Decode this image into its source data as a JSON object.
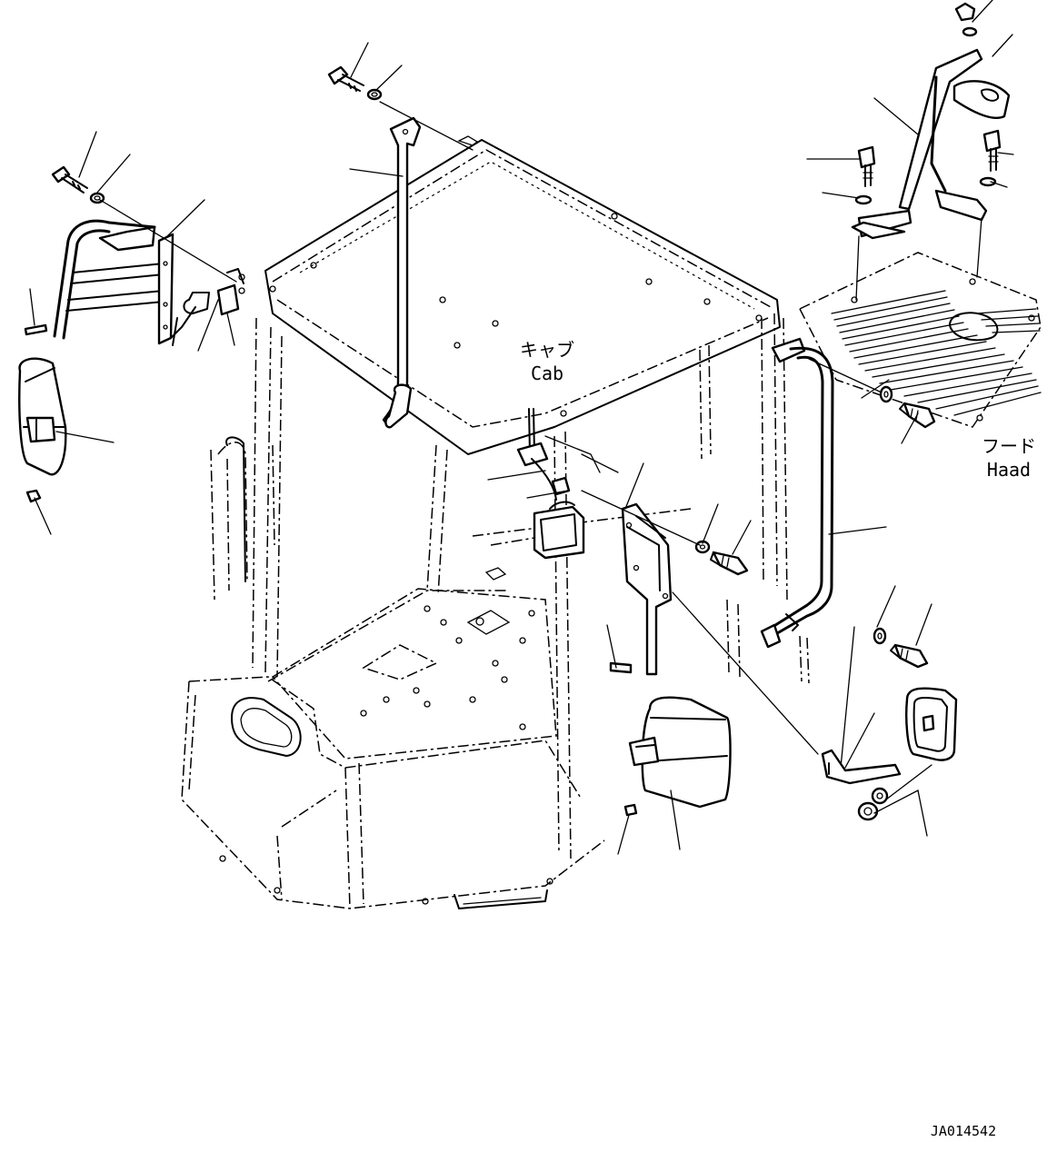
{
  "labels": {
    "cab_jp": "キャブ",
    "cab_en": "Cab",
    "hood_jp": "フード",
    "hood_en": "Haad"
  },
  "figure_code": "JA014542"
}
